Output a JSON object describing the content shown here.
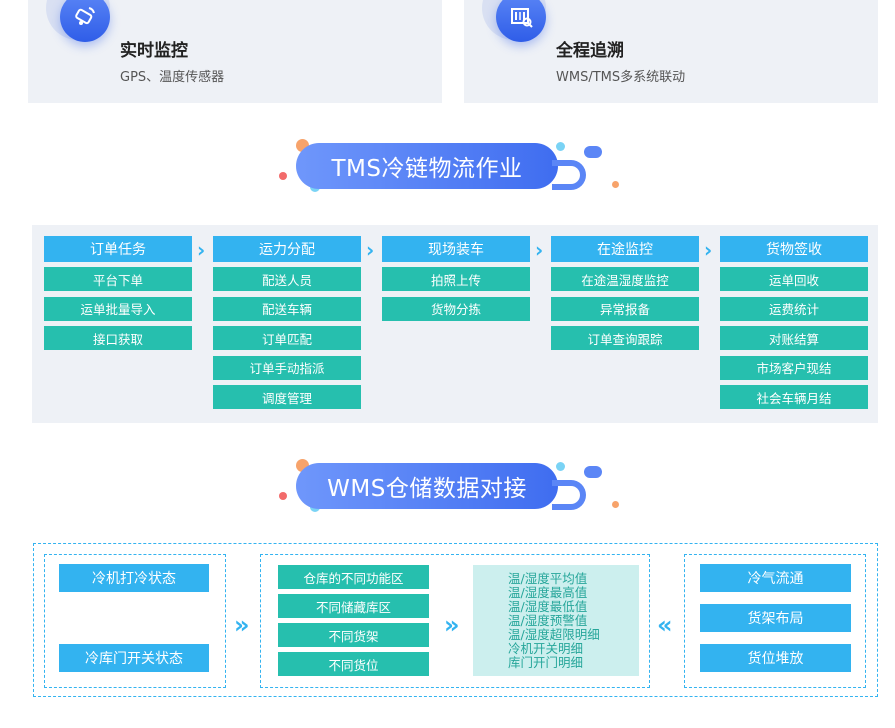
{
  "features": [
    {
      "title": "实时监控",
      "subtitle": "GPS、温度传感器",
      "icon": "car-sensor-icon"
    },
    {
      "title": "全程追溯",
      "subtitle": "WMS/TMS多系统联动",
      "icon": "barcode-scan-icon"
    }
  ],
  "tms": {
    "title": "TMS冷链物流作业",
    "columns": [
      {
        "head": "订单任务",
        "items": [
          "平台下单",
          "运单批量导入",
          "接口获取"
        ]
      },
      {
        "head": "运力分配",
        "items": [
          "配送人员",
          "配送车辆",
          "订单匹配",
          "订单手动指派",
          "调度管理"
        ]
      },
      {
        "head": "现场装车",
        "items": [
          "拍照上传",
          "货物分拣"
        ]
      },
      {
        "head": "在途监控",
        "items": [
          "在途温湿度监控",
          "异常报备",
          "订单查询跟踪"
        ]
      },
      {
        "head": "货物签收",
        "items": [
          "运单回收",
          "运费统计",
          "对账结算",
          "市场客户现结",
          "社会车辆月结"
        ]
      }
    ],
    "arrow": "›"
  },
  "wms": {
    "title": "WMS仓储数据对接",
    "left": [
      "冷机打冷状态",
      "冷库门开关状态"
    ],
    "middle": [
      "仓库的不同功能区",
      "不同储藏库区",
      "不同货架",
      "不同货位"
    ],
    "metrics": [
      "温/湿度平均值",
      "温/湿度最高值",
      "温/湿度最低值",
      "温/湿度预警值",
      "温/湿度超限明细",
      "冷机开关明细",
      "库门开门明细"
    ],
    "right": [
      "冷气流通",
      "货架布局",
      "货位堆放"
    ],
    "arrow_right": "»",
    "arrow_left": "«"
  },
  "colors": {
    "accent": "#33b3f0",
    "green": "#26bfae",
    "banner": "#4f7ef3",
    "panel": "#eef1f6"
  }
}
